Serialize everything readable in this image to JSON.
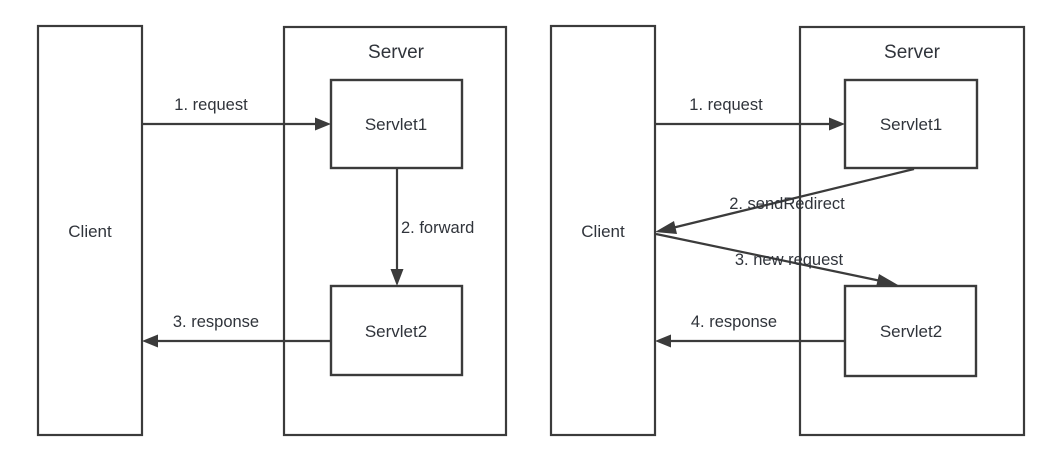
{
  "figure": {
    "kind": "comparison-diagram",
    "description": "Servlet forward versus sendRedirect request flow",
    "colors": {
      "stroke": "#3b3b3b",
      "text": "#30343b",
      "background": "#ffffff"
    }
  },
  "panels": [
    {
      "id": "forward",
      "client": {
        "label": "Client"
      },
      "server": {
        "title": "Server",
        "servlets": [
          {
            "id": "servlet1",
            "label": "Servlet1"
          },
          {
            "id": "servlet2",
            "label": "Servlet2"
          }
        ]
      },
      "flows": [
        {
          "step": 1,
          "label": "1. request",
          "from": "client",
          "to": "servlet1"
        },
        {
          "step": 2,
          "label": "2. forward",
          "from": "servlet1",
          "to": "servlet2"
        },
        {
          "step": 3,
          "label": "3. response",
          "from": "servlet2",
          "to": "client"
        }
      ]
    },
    {
      "id": "sendRedirect",
      "client": {
        "label": "Client"
      },
      "server": {
        "title": "Server",
        "servlets": [
          {
            "id": "servlet1",
            "label": "Servlet1"
          },
          {
            "id": "servlet2",
            "label": "Servlet2"
          }
        ]
      },
      "flows": [
        {
          "step": 1,
          "label": "1. request",
          "from": "client",
          "to": "servlet1"
        },
        {
          "step": 2,
          "label": "2. sendRedirect",
          "from": "servlet1",
          "to": "client"
        },
        {
          "step": 3,
          "label": "3. new request",
          "from": "client",
          "to": "servlet2"
        },
        {
          "step": 4,
          "label": "4. response",
          "from": "servlet2",
          "to": "client"
        }
      ]
    }
  ]
}
